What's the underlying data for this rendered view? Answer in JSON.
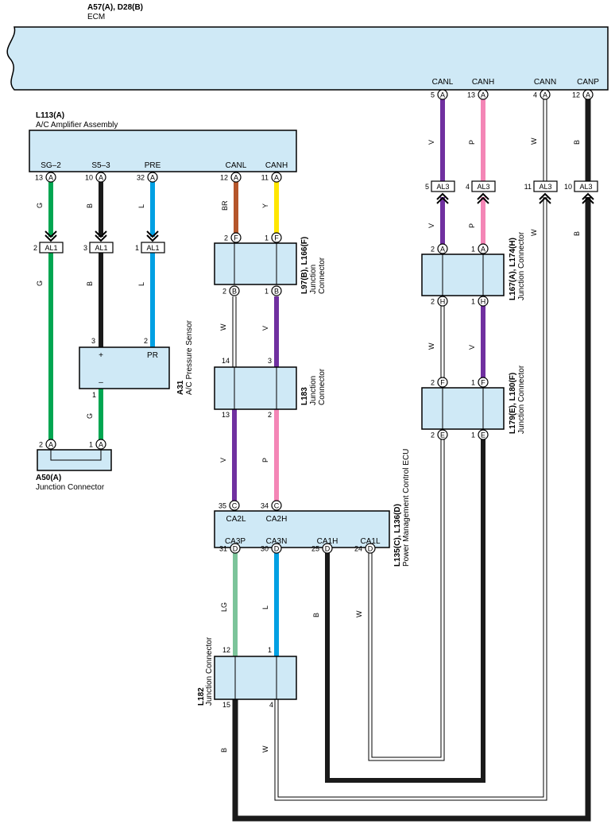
{
  "ecm": {
    "id": "A57(A), D28(B)",
    "name": "ECM",
    "pins": [
      {
        "num": "5",
        "letter": "A",
        "label": "CANL"
      },
      {
        "num": "13",
        "letter": "A",
        "label": "CANH"
      },
      {
        "num": "4",
        "letter": "A",
        "label": "CANN"
      },
      {
        "num": "12",
        "letter": "A",
        "label": "CANP"
      }
    ]
  },
  "ac_amp": {
    "id": "L113(A)",
    "name": "A/C Amplifier Assembly",
    "pins": [
      {
        "num": "13",
        "letter": "A",
        "label": "SG–2"
      },
      {
        "num": "10",
        "letter": "A",
        "label": "S5–3"
      },
      {
        "num": "32",
        "letter": "A",
        "label": "PRE"
      },
      {
        "num": "12",
        "letter": "A",
        "label": "CANL"
      },
      {
        "num": "11",
        "letter": "A",
        "label": "CANH"
      }
    ]
  },
  "al1": [
    {
      "num": "2",
      "label": "AL1"
    },
    {
      "num": "3",
      "label": "AL1"
    },
    {
      "num": "1",
      "label": "AL1"
    }
  ],
  "al3": [
    {
      "num": "5",
      "label": "AL3"
    },
    {
      "num": "4",
      "label": "AL3"
    },
    {
      "num": "11",
      "label": "AL3"
    },
    {
      "num": "10",
      "label": "AL3"
    }
  ],
  "sensor": {
    "id": "A31",
    "name": "A/C Pressure Sensor",
    "plus": "+",
    "minus": "–",
    "pr": "PR",
    "pins": [
      "3",
      "2",
      "1"
    ]
  },
  "a50": {
    "id": "A50(A)",
    "name": "Junction Connector",
    "pins": [
      {
        "num": "2",
        "letter": "A"
      },
      {
        "num": "1",
        "letter": "A"
      }
    ]
  },
  "jc_l97": {
    "id": "L97(B), L166(F)",
    "name1": "Junction",
    "name2": "Connector",
    "top": [
      {
        "num": "2",
        "letter": "F"
      },
      {
        "num": "1",
        "letter": "F"
      }
    ],
    "bot": [
      {
        "num": "2",
        "letter": "B"
      },
      {
        "num": "1",
        "letter": "B"
      }
    ]
  },
  "jc_l183": {
    "id": "L183",
    "name1": "Junction",
    "name2": "Connector",
    "pins": [
      "14",
      "3",
      "13",
      "2"
    ]
  },
  "pm_ecu": {
    "id": "L135(C), L136(D)",
    "name": "Power Management Control ECU",
    "top": [
      {
        "num": "35",
        "letter": "C",
        "label": "CA2L"
      },
      {
        "num": "34",
        "letter": "C",
        "label": "CA2H"
      }
    ],
    "bot": [
      {
        "num": "31",
        "letter": "D",
        "label": "CA3P"
      },
      {
        "num": "30",
        "letter": "D",
        "label": "CA3N"
      },
      {
        "num": "25",
        "letter": "D",
        "label": "CA1H"
      },
      {
        "num": "24",
        "letter": "D",
        "label": "CA1L"
      }
    ]
  },
  "jc_l182": {
    "id": "L182",
    "name": "Junction Connector",
    "pins": [
      "12",
      "1",
      "15",
      "4"
    ]
  },
  "jc_l167": {
    "id": "L167(A), L174(H)",
    "name": "Junction Connector",
    "top": [
      {
        "num": "2",
        "letter": "A"
      },
      {
        "num": "1",
        "letter": "A"
      }
    ],
    "bot": [
      {
        "num": "2",
        "letter": "H"
      },
      {
        "num": "1",
        "letter": "H"
      }
    ]
  },
  "jc_l179": {
    "id": "L179(E), L180(F)",
    "name": "Junction Connector",
    "top": [
      {
        "num": "2",
        "letter": "F"
      },
      {
        "num": "1",
        "letter": "F"
      }
    ],
    "bot": [
      {
        "num": "2",
        "letter": "E"
      },
      {
        "num": "1",
        "letter": "E"
      }
    ]
  },
  "wire_codes": {
    "g1": "G",
    "b1": "B",
    "l1": "L",
    "br": "BR",
    "y": "Y",
    "g2": "G",
    "b2": "B",
    "l2": "L",
    "g3": "G",
    "w_l97": "W",
    "v_l97": "V",
    "v_l183": "V",
    "p_l183": "P",
    "lg": "LG",
    "l_pm": "L",
    "b_ca1h": "B",
    "w_ca1l": "W",
    "b_l182": "B",
    "w_l182": "W",
    "v_ecm": "V",
    "p_ecm": "P",
    "w_canntop": "W",
    "b_canptop": "B",
    "v_al3": "V",
    "p_al3": "P",
    "w_al3": "W",
    "b_al3": "B",
    "w_l167": "W",
    "v_l167": "V"
  },
  "colors": {
    "green": "#00a651",
    "black": "#1a1a1a",
    "blue": "#00a0e3",
    "brown": "#b5562b",
    "yellow": "#ffe600",
    "violet": "#7030a0",
    "pink": "#f486b6",
    "lightgreen": "#7cc49a",
    "box": "#cfe9f6"
  }
}
